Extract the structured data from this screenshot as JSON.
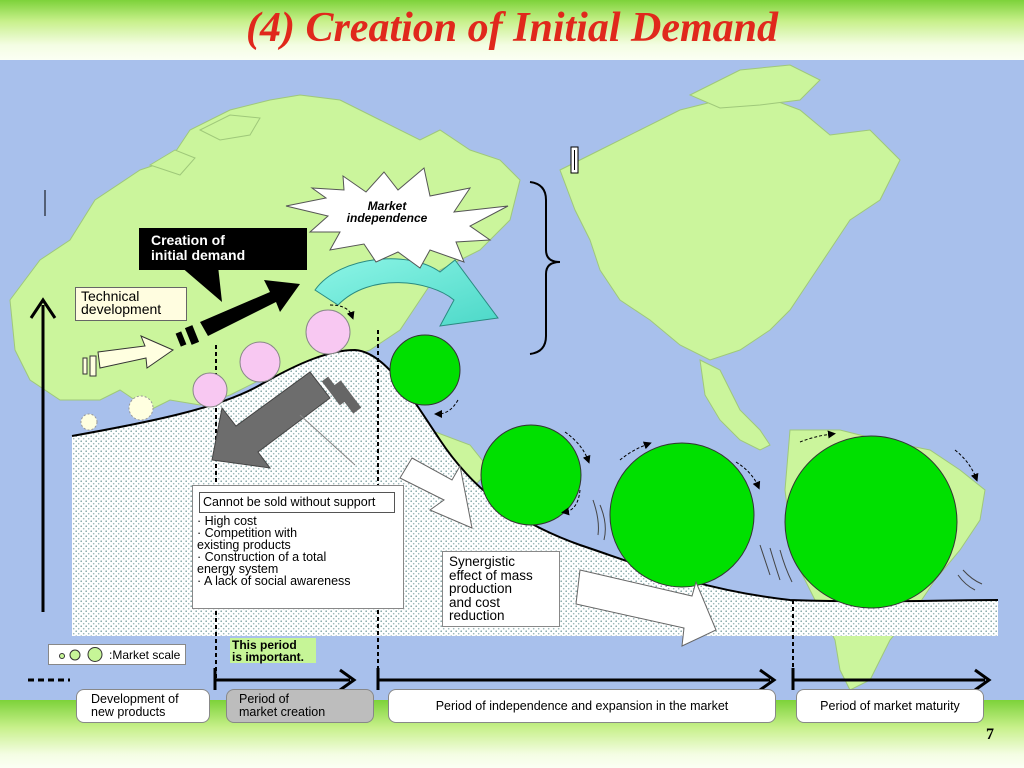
{
  "title": "(4) Creation of Initial Demand",
  "page_number": "7",
  "labels": {
    "market_independence": [
      "Market",
      "independence"
    ],
    "creation_initial_demand": [
      "Creation of",
      "initial demand"
    ],
    "technical_development": [
      "Technical",
      "development"
    ],
    "support_title": "Cannot be sold without support",
    "support_items": [
      "· High cost",
      "· Competition with",
      "  existing products",
      "· Construction of a total",
      "  energy system",
      "· A lack of social awareness"
    ],
    "synergistic": [
      "Synergistic",
      "effect of mass",
      "production",
      "and cost",
      "reduction"
    ],
    "market_scale": ":Market scale",
    "this_period": [
      "This period",
      "is important."
    ]
  },
  "periods": [
    [
      "Development of",
      "new products"
    ],
    [
      "Period of",
      "market creation"
    ],
    [
      "Period of independence and expansion in the market"
    ],
    [
      "Period of market maturity"
    ]
  ],
  "colors": {
    "title": "#e0281c",
    "ocean": "#a8c0ec",
    "land": "#cbf59c",
    "green_circle": "#00e000",
    "pink_circle": "#f8c8f2",
    "header": "#7dd23a"
  }
}
